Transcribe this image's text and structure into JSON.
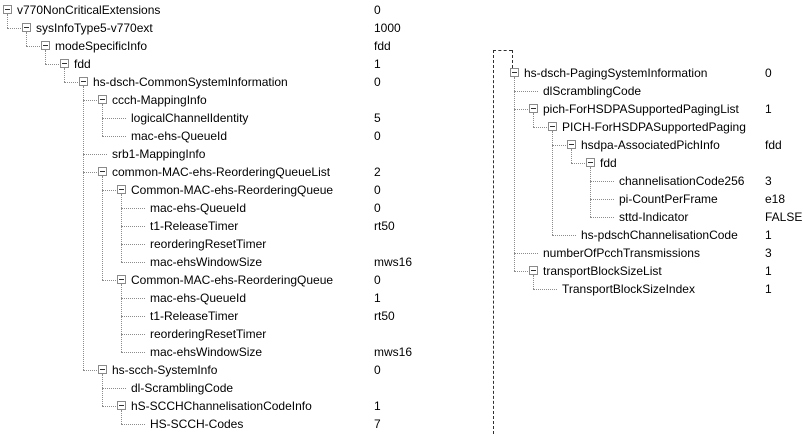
{
  "left_tree": [
    {
      "label": "v770NonCriticalExtensions",
      "value": "0",
      "depth": 0,
      "expandable": true
    },
    {
      "label": "sysInfoType5-v770ext",
      "value": "1000",
      "depth": 1,
      "expandable": true
    },
    {
      "label": "modeSpecificInfo",
      "value": "fdd",
      "depth": 2,
      "expandable": true
    },
    {
      "label": "fdd",
      "value": "1",
      "depth": 3,
      "expandable": true
    },
    {
      "label": "hs-dsch-CommonSystemInformation",
      "value": "0",
      "depth": 4,
      "expandable": true
    },
    {
      "label": "ccch-MappingInfo",
      "value": "",
      "depth": 5,
      "expandable": true
    },
    {
      "label": "logicalChannelIdentity",
      "value": "5",
      "depth": 6,
      "expandable": false
    },
    {
      "label": "mac-ehs-QueueId",
      "value": "0",
      "depth": 6,
      "expandable": false
    },
    {
      "label": "srb1-MappingInfo",
      "value": "",
      "depth": 5,
      "expandable": false
    },
    {
      "label": "common-MAC-ehs-ReorderingQueueList",
      "value": "2",
      "depth": 5,
      "expandable": true
    },
    {
      "label": "Common-MAC-ehs-ReorderingQueue",
      "value": "0",
      "depth": 6,
      "expandable": true
    },
    {
      "label": "mac-ehs-QueueId",
      "value": "0",
      "depth": 7,
      "expandable": false
    },
    {
      "label": "t1-ReleaseTimer",
      "value": "rt50",
      "depth": 7,
      "expandable": false
    },
    {
      "label": "reorderingResetTimer",
      "value": "",
      "depth": 7,
      "expandable": false
    },
    {
      "label": "mac-ehsWindowSize",
      "value": "mws16",
      "depth": 7,
      "expandable": false
    },
    {
      "label": "Common-MAC-ehs-ReorderingQueue",
      "value": "0",
      "depth": 6,
      "expandable": true
    },
    {
      "label": "mac-ehs-QueueId",
      "value": "1",
      "depth": 7,
      "expandable": false
    },
    {
      "label": "t1-ReleaseTimer",
      "value": "rt50",
      "depth": 7,
      "expandable": false
    },
    {
      "label": "reorderingResetTimer",
      "value": "",
      "depth": 7,
      "expandable": false
    },
    {
      "label": "mac-ehsWindowSize",
      "value": "mws16",
      "depth": 7,
      "expandable": false
    },
    {
      "label": "hs-scch-SystemInfo",
      "value": "0",
      "depth": 5,
      "expandable": true
    },
    {
      "label": "dl-ScramblingCode",
      "value": "",
      "depth": 6,
      "expandable": false
    },
    {
      "label": "hS-SCCHChannelisationCodeInfo",
      "value": "1",
      "depth": 6,
      "expandable": true
    },
    {
      "label": "HS-SCCH-Codes",
      "value": "7",
      "depth": 7,
      "expandable": false
    }
  ],
  "right_tree": [
    {
      "label": "hs-dsch-PagingSystemInformation",
      "value": "0",
      "depth": 0,
      "expandable": true
    },
    {
      "label": "dlScramblingCode",
      "value": "",
      "depth": 1,
      "expandable": false
    },
    {
      "label": "pich-ForHSDPASupportedPagingList",
      "value": "1",
      "depth": 1,
      "expandable": true
    },
    {
      "label": "PICH-ForHSDPASupportedPaging",
      "value": "",
      "depth": 2,
      "expandable": true
    },
    {
      "label": "hsdpa-AssociatedPichInfo",
      "value": "fdd",
      "depth": 3,
      "expandable": true
    },
    {
      "label": "fdd",
      "value": "",
      "depth": 4,
      "expandable": true
    },
    {
      "label": "channelisationCode256",
      "value": "3",
      "depth": 5,
      "expandable": false
    },
    {
      "label": "pi-CountPerFrame",
      "value": "e18",
      "depth": 5,
      "expandable": false
    },
    {
      "label": "sttd-Indicator",
      "value": "FALSE",
      "depth": 5,
      "expandable": false
    },
    {
      "label": "hs-pdschChannelisationCode",
      "value": "1",
      "depth": 3,
      "expandable": false
    },
    {
      "label": "numberOfPcchTransmissions",
      "value": "3",
      "depth": 1,
      "expandable": false
    },
    {
      "label": "transportBlockSizeList",
      "value": "1",
      "depth": 1,
      "expandable": true
    },
    {
      "label": "TransportBlockSizeIndex",
      "value": "1",
      "depth": 2,
      "expandable": false
    }
  ]
}
